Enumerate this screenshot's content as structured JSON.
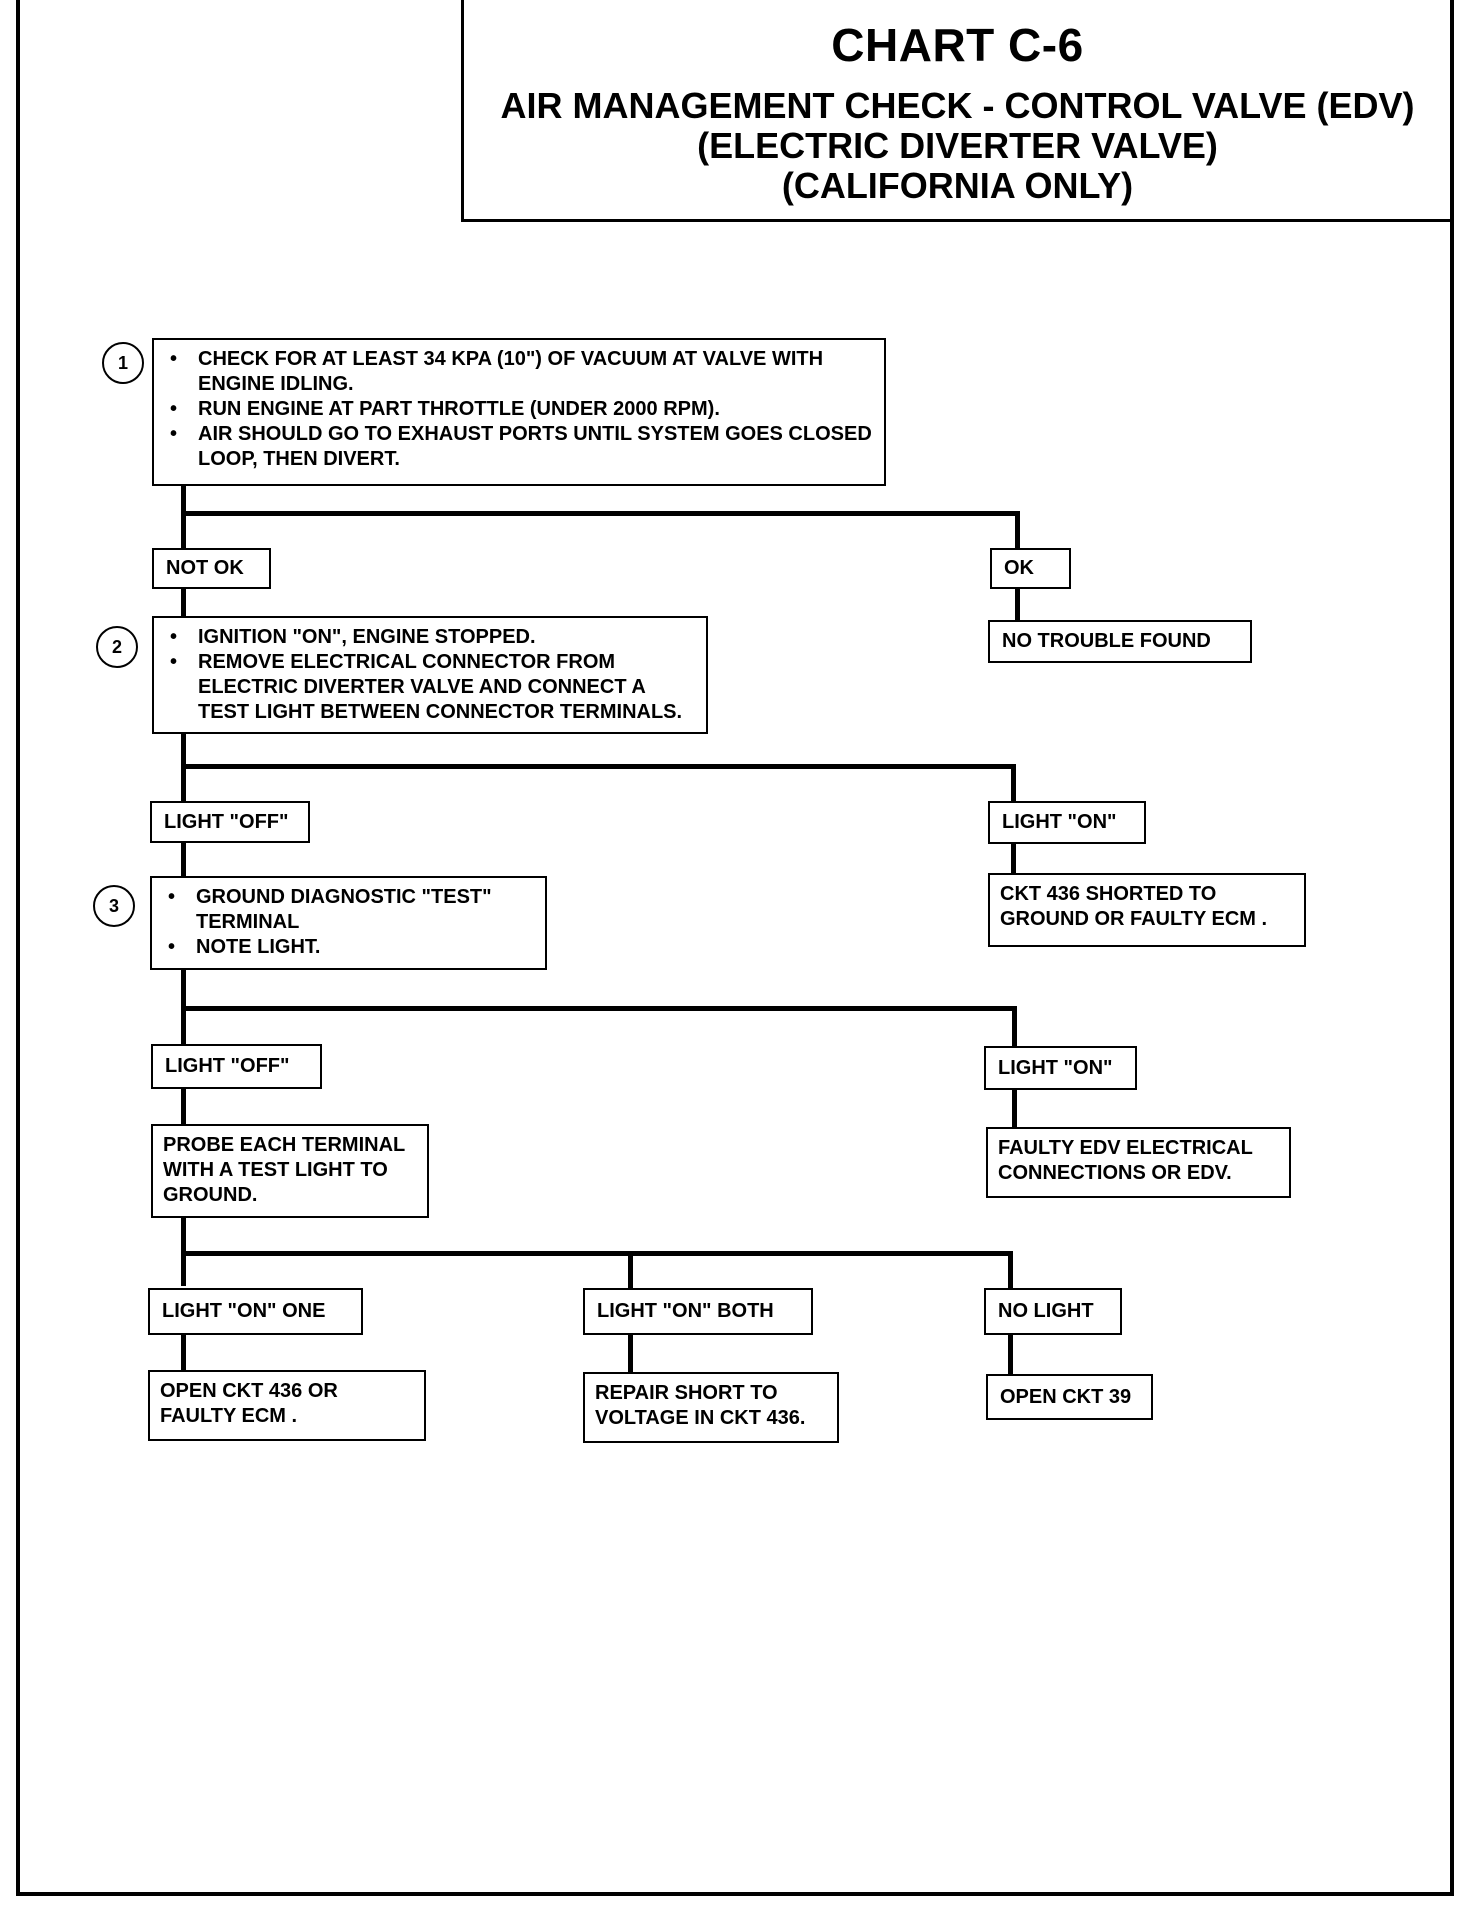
{
  "header": {
    "chart_id": "CHART C-6",
    "title_line1": "AIR MANAGEMENT CHECK - CONTROL VALVE (EDV)",
    "title_line2": "(ELECTRIC DIVERTER VALVE)",
    "title_line3": "(CALIFORNIA ONLY)"
  },
  "steps": [
    {
      "number": "1",
      "bullet": "•",
      "items": [
        "CHECK FOR AT LEAST 34 KPA (10\") OF VACUUM AT VALVE WITH ENGINE IDLING.",
        "RUN ENGINE AT PART THROTTLE (UNDER 2000 RPM).",
        "AIR SHOULD GO TO EXHAUST PORTS UNTIL SYSTEM GOES CLOSED LOOP, THEN DIVERT."
      ]
    },
    {
      "number": "2",
      "bullet": "•",
      "items": [
        "IGNITION \"ON\", ENGINE STOPPED.",
        "REMOVE ELECTRICAL CONNECTOR FROM ELECTRIC DIVERTER VALVE AND CONNECT A TEST LIGHT BETWEEN CONNECTOR TERMINALS."
      ]
    },
    {
      "number": "3",
      "bullet": "•",
      "items": [
        "GROUND DIAGNOSTIC \"TEST\" TERMINAL",
        "NOTE LIGHT."
      ]
    }
  ],
  "branches": {
    "not_ok": "NOT OK",
    "ok": "OK",
    "no_trouble": "NO TROUBLE FOUND",
    "light_off_1": "LIGHT \"OFF\"",
    "light_on_1": "LIGHT \"ON\"",
    "ckt_shorted": "CKT 436 SHORTED TO GROUND OR FAULTY ECM .",
    "light_off_2": "LIGHT \"OFF\"",
    "light_on_2": "LIGHT \"ON\"",
    "faulty_edv": "FAULTY EDV ELECTRICAL CONNECTIONS OR EDV.",
    "probe": "PROBE EACH TERMINAL WITH A TEST LIGHT TO GROUND.",
    "light_on_one": "LIGHT \"ON\" ONE",
    "light_on_both": "LIGHT \"ON\" BOTH",
    "no_light": "NO LIGHT",
    "open_ckt_436": "OPEN CKT 436 OR FAULTY ECM .",
    "repair_short": "REPAIR SHORT TO VOLTAGE IN CKT 436.",
    "open_ckt_39": "OPEN CKT 39"
  }
}
